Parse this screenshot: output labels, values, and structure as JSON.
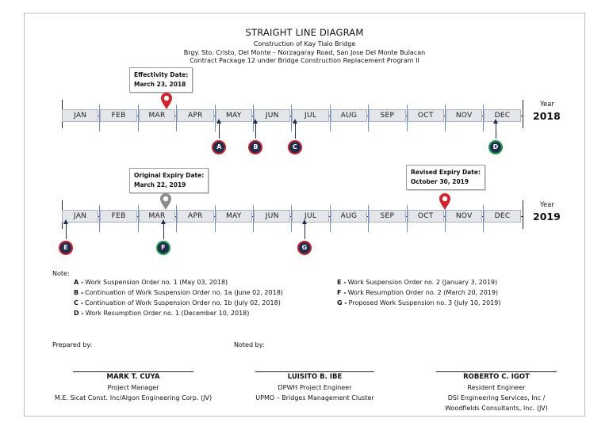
{
  "header": {
    "title": "STRAIGHT LINE DIAGRAM",
    "project": "Construction of Kay Tialo Bridge",
    "location": "Brgy. Sto. Cristo, Del Monte – Norzagaray Road, San Jose Del Monte Bulacan",
    "package": "Contract Package 12 under Bridge Construction Replacement Program II"
  },
  "callouts": {
    "effectivity": {
      "label": "Effectivity Date:",
      "date": "March 23, 2018"
    },
    "original_expiry": {
      "label": "Original Expiry Date:",
      "date": "March 22, 2019"
    },
    "revised_expiry": {
      "label": "Revised Expiry Date:",
      "date": "October 30, 2019"
    }
  },
  "months": [
    "JAN",
    "FEB",
    "MAR",
    "APR",
    "MAY",
    "JUN",
    "JUL",
    "AUG",
    "SEP",
    "OCT",
    "NOV",
    "DEC"
  ],
  "timelines": [
    {
      "year_label": "Year",
      "year": "2018",
      "pins": [
        {
          "month": 2,
          "fraction": 0.72,
          "color": "#d6202a"
        }
      ],
      "markers": [
        {
          "letter": "A",
          "month": 4,
          "fraction": 0.1,
          "fill": "#1f2d50",
          "ring": "#c8212a"
        },
        {
          "letter": "B",
          "month": 5,
          "fraction": 0.05,
          "fill": "#1f2d50",
          "ring": "#c8212a"
        },
        {
          "letter": "C",
          "month": 6,
          "fraction": 0.07,
          "fill": "#1f2d50",
          "ring": "#c8212a"
        },
        {
          "letter": "D",
          "month": 11,
          "fraction": 0.3,
          "fill": "#1f2d50",
          "ring": "#1e9e4a"
        }
      ]
    },
    {
      "year_label": "Year",
      "year": "2019",
      "pins": [
        {
          "month": 2,
          "fraction": 0.7,
          "color": "#8c8c8c"
        },
        {
          "month": 9,
          "fraction": 0.97,
          "color": "#d6202a"
        }
      ],
      "markers": [
        {
          "letter": "E",
          "month": 0,
          "fraction": 0.1,
          "fill": "#1f2d50",
          "ring": "#c8212a"
        },
        {
          "letter": "F",
          "month": 2,
          "fraction": 0.64,
          "fill": "#1f2d50",
          "ring": "#1e9e4a"
        },
        {
          "letter": "G",
          "month": 6,
          "fraction": 0.32,
          "fill": "#1f2d50",
          "ring": "#c8212a"
        }
      ]
    }
  ],
  "notes": {
    "title": "Note:",
    "left": [
      {
        "key": "A -",
        "text": "Work Suspension Order no. 1 (May 03, 2018)"
      },
      {
        "key": "B -",
        "text": "Continuation of Work Suspension Order no. 1a (June 02, 2018)"
      },
      {
        "key": "C -",
        "text": "Continuation of Work Suspension Order no. 1b (July 02, 2018)"
      },
      {
        "key": "D -",
        "text": "Work Resumption Order no. 1 (December 10, 2018)"
      }
    ],
    "right": [
      {
        "key": "E -",
        "text": "Work Suspension Order no. 2 (January 3, 2019)"
      },
      {
        "key": "F -",
        "text": "Work Resumption Order no. 2 (March 20, 2019)"
      },
      {
        "key": "G -",
        "text": "Proposed Work Suspension no. 3 (July 10, 2019)"
      }
    ]
  },
  "signatories": {
    "prepared_by": "Prepared by:",
    "noted_by": "Noted by:",
    "people": [
      {
        "name": "MARK T. CUYA",
        "role1": "Project Manager",
        "role2": "M.E. Sicat Const. Inc/Algon Engineering Corp. (JV)",
        "role3": ""
      },
      {
        "name": "LUISITO B. IBE",
        "role1": "DPWH Project Engineer",
        "role2": "UPMO – Bridges Management Cluster",
        "role3": ""
      },
      {
        "name": "ROBERTO C. IGOT",
        "role1": "Resident Engineer",
        "role2": "DSI Engineering Services, Inc /",
        "role3": "Woodfields Consultants, Inc. (JV)"
      }
    ]
  }
}
